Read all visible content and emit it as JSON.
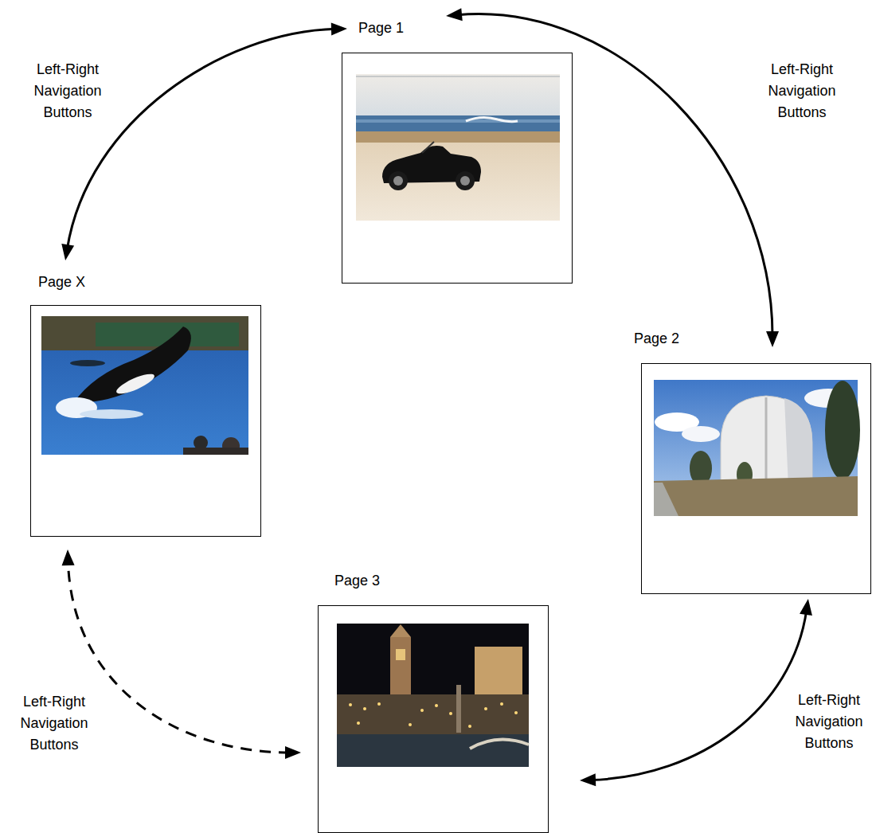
{
  "diagram": {
    "nodes": [
      {
        "text": [
          "Page 1"
        ]
      },
      {
        "text": [
          "Page 2"
        ]
      },
      {
        "text": [
          "Page 3"
        ]
      },
      {
        "text": [
          "Page X"
        ]
      }
    ],
    "edges": [
      {
        "from": 0,
        "to": 1,
        "arrow": "both",
        "label": "Left-Right Navigation Buttons"
      },
      {
        "from": 1,
        "to": 2,
        "arrow": "both",
        "label": "Left-Right Navigation Buttons"
      },
      {
        "from": 2,
        "to": 3,
        "arrow": "both",
        "label": "Left-Right Navigation Buttons"
      },
      {
        "from": 3,
        "to": 0,
        "arrow": "both",
        "label": "Left-Right Navigation Buttons"
      }
    ]
  }
}
